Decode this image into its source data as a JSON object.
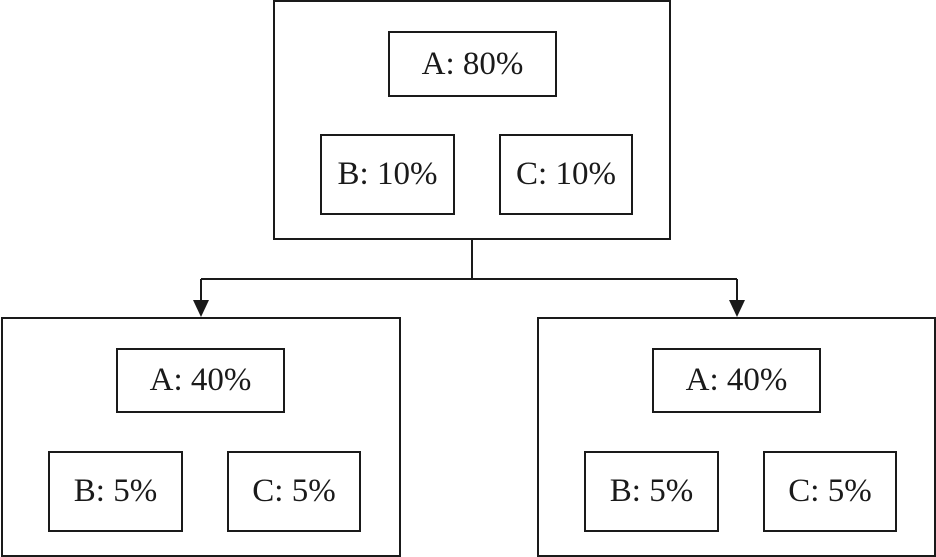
{
  "diagram": {
    "line_color": "#1a1a1a",
    "top": {
      "a": "A: 80%",
      "b": "B: 10%",
      "c": "C: 10%"
    },
    "left": {
      "a": "A: 40%",
      "b": "B: 5%",
      "c": "C: 5%"
    },
    "right": {
      "a": "A: 40%",
      "b": "B: 5%",
      "c": "C: 5%"
    }
  }
}
